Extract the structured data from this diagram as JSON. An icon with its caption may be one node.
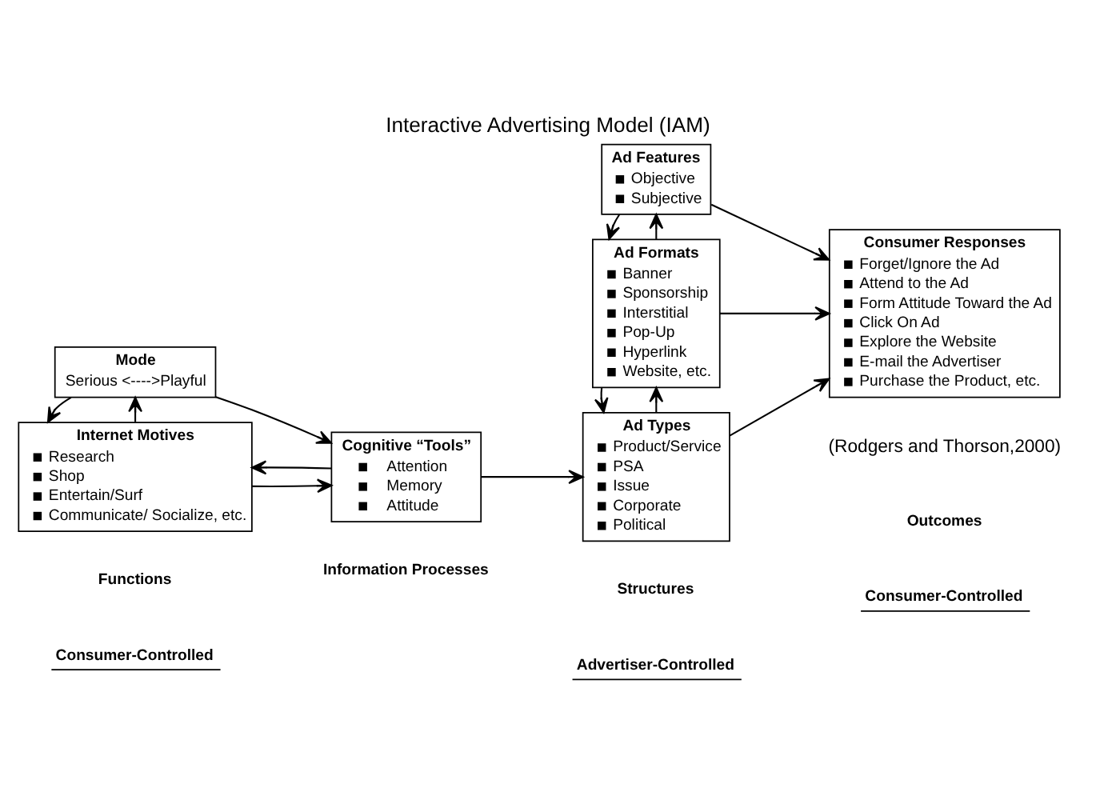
{
  "diagram": {
    "title": "Interactive Advertising Model (IAM)",
    "nodes": [
      {
        "text": [
          "Internet Motives",
          "Research",
          "Shop",
          "Entertain/Surf",
          "Communicate/ Socialize, etc."
        ]
      },
      {
        "text": [
          "Mode",
          "Serious <---->Playful"
        ]
      },
      {
        "text": [
          "Cognitive “Tools”",
          "Attention",
          "Memory",
          "Attitude"
        ]
      },
      {
        "text": [
          "Ad Types",
          "Product/Service",
          "PSA",
          "Issue",
          "Corporate",
          "Political"
        ]
      },
      {
        "text": [
          "Ad Formats",
          "Banner",
          "Sponsorship",
          "Interstitial",
          "Pop-Up",
          "Hyperlink",
          "Website, etc."
        ]
      },
      {
        "text": [
          "Ad Features",
          "Objective",
          "Subjective"
        ]
      },
      {
        "text": [
          "Consumer Responses",
          "Forget/Ignore the Ad",
          "Attend to the Ad",
          "Form Attitude Toward the Ad",
          "Click On Ad",
          "Explore the Website",
          "E-mail the Advertiser",
          "Purchase the Product, etc."
        ]
      }
    ],
    "edges": [
      {
        "from": 0,
        "to": 2,
        "arrow": "to"
      },
      {
        "from": 2,
        "to": 0,
        "arrow": "to"
      },
      {
        "from": 0,
        "to": 1,
        "arrow": "to"
      },
      {
        "from": 1,
        "to": 0,
        "arrow": "to"
      },
      {
        "from": 1,
        "to": 2,
        "arrow": "to"
      },
      {
        "from": 2,
        "to": 3,
        "arrow": "to"
      },
      {
        "from": 3,
        "to": 4,
        "arrow": "to"
      },
      {
        "from": 4,
        "to": 3,
        "arrow": "to"
      },
      {
        "from": 4,
        "to": 5,
        "arrow": "to"
      },
      {
        "from": 5,
        "to": 4,
        "arrow": "to"
      },
      {
        "from": 3,
        "to": 6,
        "arrow": "to"
      },
      {
        "from": 4,
        "to": 6,
        "arrow": "to"
      },
      {
        "from": 5,
        "to": 6,
        "arrow": "to"
      }
    ],
    "labels": [
      "Consumer-Controlled",
      "Advertiser-Controlled",
      "Consumer-Controlled",
      "Functions",
      "Information Processes",
      "Structures",
      "Outcomes",
      "(Rodgers and Thorson,2000)"
    ]
  }
}
